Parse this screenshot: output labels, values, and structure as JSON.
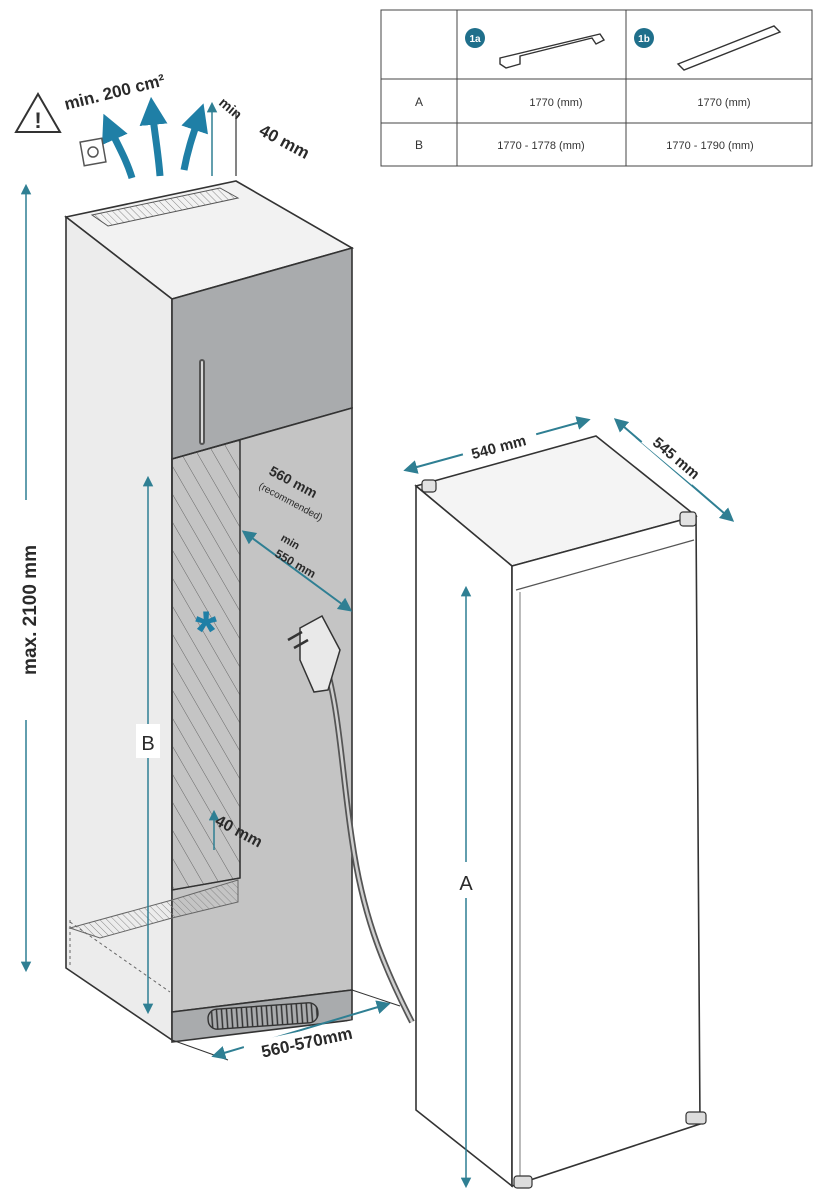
{
  "table": {
    "header_a": "1a",
    "header_b": "1b",
    "rows": [
      {
        "label": "A",
        "col_a": "1770 (mm)",
        "col_b": "1770 (mm)"
      },
      {
        "label": "B",
        "col_a": "1770 - 1778 (mm)",
        "col_b": "1770 - 1790 (mm)"
      }
    ]
  },
  "cabinet": {
    "ventilation": "min. 200 cm²",
    "top_gap_min": "min",
    "top_gap_value": "40 mm",
    "max_height": "max. 2100 mm",
    "depth_recommended": "560 mm",
    "depth_recommended_note": "(recommended)",
    "depth_min": "min",
    "depth_min_value": "550 mm",
    "bottom_gap": "40 mm",
    "width": "560-570mm",
    "label_b": "B",
    "snowflake": "*"
  },
  "appliance": {
    "width": "540 mm",
    "depth": "545 mm",
    "label_a": "A"
  },
  "colors": {
    "dimension": "#2f7f93",
    "arrow_blue": "#1f7fa6",
    "panel_gray": "#a9abad",
    "outline": "#333333"
  }
}
